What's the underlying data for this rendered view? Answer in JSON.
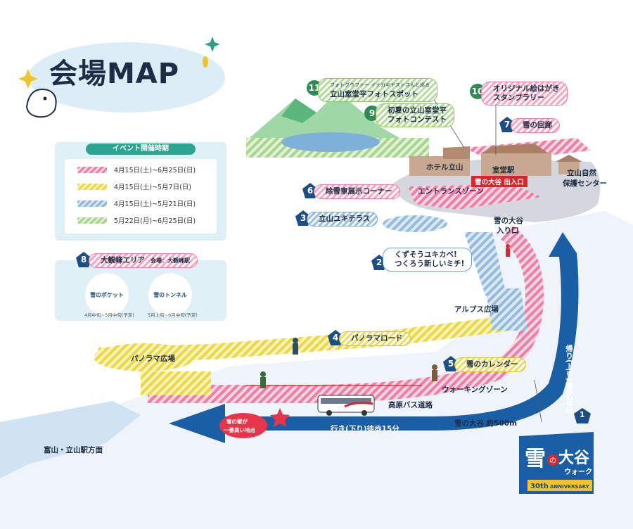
{
  "title": "会場MAP",
  "event_period": {
    "heading": "イベント開催時期",
    "rows": [
      {
        "color": "#ef7ea6",
        "text": "4月15日(土)~6月25日(日)"
      },
      {
        "color": "#e8d84a",
        "text": "4月15日(土)~5月7日(日)"
      },
      {
        "color": "#8fb8dc",
        "text": "4月15日(土)~5月21日(日)"
      },
      {
        "color": "#a6d48c",
        "text": "5月22日(月)~6月25日(日)"
      }
    ]
  },
  "area8": {
    "num": "8",
    "label": "大観峰エリア",
    "sub": "会場：大観峰駅",
    "badges": [
      {
        "name": "雪のポケット",
        "dates": "4月中旬~5月中旬(予定)"
      },
      {
        "name": "雪のトンネル",
        "dates": "5月上旬~6月中旬(予定)"
      }
    ]
  },
  "callouts": {
    "c1": "1",
    "c2": {
      "num": "2",
      "line1": "くずそうユキカベ!",
      "line2": "つくろう新しいミチ!"
    },
    "c3": {
      "num": "3",
      "text": "立山ユキテラス"
    },
    "c4": {
      "num": "4",
      "text": "パノラマロード"
    },
    "c5": {
      "num": "5",
      "text": "雪のカレンダー"
    },
    "c6": {
      "num": "6",
      "text": "除雪車展示コーナー"
    },
    "c7": {
      "num": "7",
      "text": "雪の回廊"
    },
    "c9": {
      "num": "9",
      "line1": "初夏の立山室堂平",
      "line2": "フォトコンテスト"
    },
    "c10": {
      "num": "10",
      "line1": "オリジナル絵はがき",
      "line2": "スタンプラリー"
    },
    "c11": {
      "num": "11",
      "line1": "フォトグラファー イナガキヤストさんと巡る",
      "line2": "立山室堂平フォトスポット"
    }
  },
  "places": {
    "hotel": "ホテル立山",
    "murodo": "室堂駅",
    "entrance_tag": "雪の大谷 出入口",
    "nature_center_1": "立山自然",
    "nature_center_2": "保護センター",
    "entrance_zone": "エントランスゾーン",
    "otani_entry_1": "雪の大谷",
    "otani_entry_2": "入り口",
    "alps": "アルプス広場",
    "panorama_plaza": "パノラマ広場",
    "walking_zone": "ウォーキングゾーン",
    "bus_road": "高原バス道路",
    "toyama": "富山・立山駅方面",
    "highest_1": "雪の壁が",
    "highest_2": "一番高い地点",
    "down_walk": "行き(下り)徒歩15分",
    "up_walk": "帰り(上り)徒歩20分",
    "distance": "雪の大谷 約500m"
  },
  "logo": {
    "snow": "雪",
    "no": "の",
    "otani": "大谷",
    "walk": "ウォーク",
    "anniv_num": "30th",
    "anniv_word": "ANNIVERSARY"
  },
  "colors": {
    "navy": "#1a4e86",
    "pink": "#ef7ea6",
    "yellow": "#e8d84a",
    "blue": "#8fb8dc",
    "green": "#a6d48c",
    "red": "#d8262f"
  }
}
